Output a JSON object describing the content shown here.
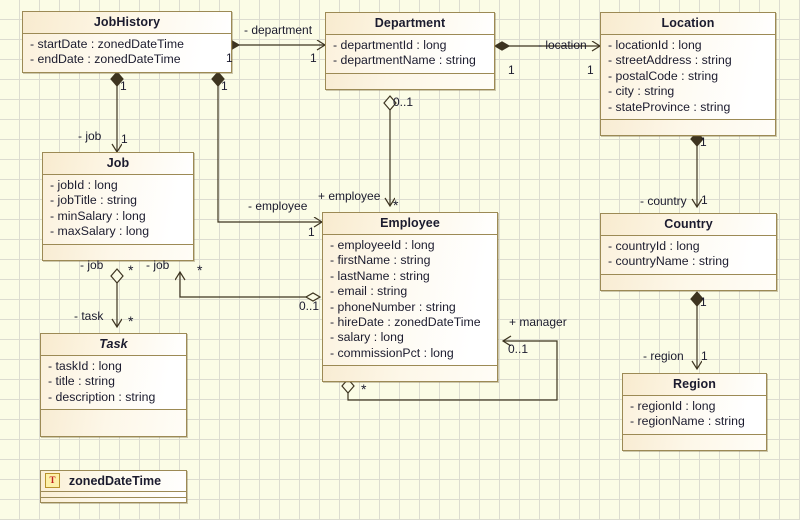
{
  "diagram": {
    "title": "UML Class Diagram",
    "background_color": "#fbfce6",
    "grid_color": "#dcdcd0",
    "box_border_color": "#9c8a55",
    "line_color": "#3d3420"
  },
  "classes": {
    "jobhistory": {
      "name": "JobHistory",
      "abstract": false,
      "attributes": [
        "- startDate : zonedDateTime",
        "- endDate : zonedDateTime"
      ],
      "has_operations_compartment": false
    },
    "department": {
      "name": "Department",
      "abstract": false,
      "attributes": [
        "- departmentId : long",
        "- departmentName : string"
      ],
      "has_operations_compartment": true
    },
    "location": {
      "name": "Location",
      "abstract": false,
      "attributes": [
        "- locationId : long",
        "- streetAddress : string",
        "- postalCode : string",
        "- city : string",
        "- stateProvince : string"
      ],
      "has_operations_compartment": true
    },
    "job": {
      "name": "Job",
      "abstract": false,
      "attributes": [
        "- jobId : long",
        "- jobTitle : string",
        "- minSalary : long",
        "- maxSalary : long"
      ],
      "has_operations_compartment": true
    },
    "employee": {
      "name": "Employee",
      "abstract": false,
      "attributes": [
        "- employeeId : long",
        "- firstName : string",
        "- lastName : string",
        "- email : string",
        "- phoneNumber : string",
        "- hireDate : zonedDateTime",
        "- salary : long",
        "- commissionPct : long"
      ],
      "has_operations_compartment": true
    },
    "country": {
      "name": "Country",
      "abstract": false,
      "attributes": [
        "- countryId : long",
        "- countryName : string"
      ],
      "has_operations_compartment": true
    },
    "region": {
      "name": "Region",
      "abstract": false,
      "attributes": [
        "- regionId : long",
        "- regionName : string"
      ],
      "has_operations_compartment": true
    },
    "task": {
      "name": "Task",
      "abstract": true,
      "attributes": [
        "- taskId : long",
        "- title : string",
        "- description : string"
      ],
      "has_operations_compartment": true
    }
  },
  "datatypes": {
    "zoneddatetime": {
      "name": "zonedDateTime",
      "stereotype_icon": "T"
    }
  },
  "relationships": [
    {
      "id": "jobhistory-department",
      "source": "JobHistory",
      "target": "Department",
      "role_label": "- department",
      "source_multiplicity": "1",
      "target_multiplicity": "1",
      "source_end": "composition-diamond",
      "target_end": "open-arrow"
    },
    {
      "id": "jobhistory-job",
      "source": "JobHistory",
      "target": "Job",
      "role_label": "- job",
      "source_multiplicity": "1",
      "target_multiplicity": "1",
      "source_end": "composition-diamond",
      "target_end": "open-arrow"
    },
    {
      "id": "jobhistory-employee",
      "source": "JobHistory",
      "target": "Employee",
      "role_label": "- employee",
      "source_multiplicity": "1",
      "target_multiplicity": "1",
      "source_end": "composition-diamond",
      "target_end": "open-arrow"
    },
    {
      "id": "department-location",
      "source": "Department",
      "target": "Location",
      "role_label": "- location",
      "source_multiplicity": "1",
      "target_multiplicity": "1",
      "source_end": "composition-diamond",
      "target_end": "open-arrow"
    },
    {
      "id": "department-employee",
      "source": "Department",
      "target": "Employee",
      "role_label": "+ employee",
      "source_multiplicity": "0..1",
      "target_multiplicity": "*",
      "source_end": "aggregation-diamond",
      "target_end": "open-arrow"
    },
    {
      "id": "location-country",
      "source": "Location",
      "target": "Country",
      "role_label": "- country",
      "source_multiplicity": "1",
      "target_multiplicity": "1",
      "source_end": "composition-diamond",
      "target_end": "open-arrow"
    },
    {
      "id": "country-region",
      "source": "Country",
      "target": "Region",
      "role_label": "- region",
      "source_multiplicity": "1",
      "target_multiplicity": "1",
      "source_end": "composition-diamond",
      "target_end": "open-arrow"
    },
    {
      "id": "employee-job",
      "source": "Employee",
      "target": "Job",
      "role_label": "- job",
      "source_multiplicity": "0..1",
      "target_multiplicity": "*",
      "source_end": "aggregation-diamond",
      "target_end": "open-arrow"
    },
    {
      "id": "job-task",
      "source": "Job",
      "target": "Task",
      "role_label": "- task",
      "source_multiplicity": "*",
      "target_multiplicity": "*",
      "source_end": "aggregation-diamond",
      "target_end": "open-arrow"
    },
    {
      "id": "employee-manager",
      "source": "Employee",
      "target": "Employee",
      "role_label": "+ manager",
      "source_multiplicity": "*",
      "target_multiplicity": "0..1",
      "source_end": "aggregation-diamond",
      "target_end": "open-arrow"
    }
  ],
  "edge_labels": {
    "department_role": "- department",
    "department_src_mult": "1",
    "department_tgt_mult": "1",
    "location_role": "- location",
    "location_src_mult": "1",
    "location_tgt_mult": "1",
    "jh_job_mult": "1",
    "jh_emp_mult": "1",
    "job_role": "- job",
    "job_role_mult": "1",
    "employee_role": "- employee",
    "employee_mult": "1",
    "plus_employee_role": "+ employee",
    "plus_employee_star": "*",
    "dept_emp_mult": "0..1",
    "job_left_role": "- job",
    "job_left_star": "*",
    "job_right_role": "- job",
    "job_right_star": "*",
    "emp_job_mult": "0..1",
    "task_role": "- task",
    "task_star": "*",
    "country_role": "- country",
    "country_src_mult": "1",
    "country_tgt_mult": "1",
    "region_role": "- region",
    "region_src_mult": "1",
    "region_tgt_mult": "1",
    "manager_role": "+ manager",
    "manager_mult": "0..1",
    "manager_star": "*"
  }
}
